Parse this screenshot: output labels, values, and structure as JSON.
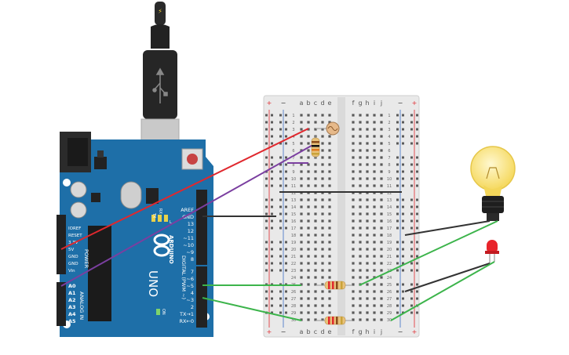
{
  "board": {
    "name": "UNO",
    "brand": "ARDUINO",
    "power_header": [
      "IOREF",
      "RESET",
      "3.3V",
      "5V",
      "GND",
      "GND",
      "Vin"
    ],
    "power_label": "POWER",
    "analog_header": [
      "A0",
      "A1",
      "A2",
      "A3",
      "A4",
      "A5"
    ],
    "analog_label": "ANALOG IN",
    "digital_top": [
      "AREF",
      "GND",
      "13",
      "12",
      "~11",
      "~10",
      "~9",
      "8"
    ],
    "digital_bottom": [
      "7",
      "~6",
      "~5",
      "4",
      "~3",
      "2",
      "TX→1",
      "RX←0"
    ],
    "digital_label": "DIGITAL (PWM ~)",
    "led_labels": [
      "L",
      "TX",
      "RX"
    ],
    "on_label": "ON"
  },
  "breadboard": {
    "columns_left": [
      "a",
      "b",
      "c",
      "d",
      "e"
    ],
    "columns_right": [
      "f",
      "g",
      "h",
      "i",
      "j"
    ],
    "row_numbers": [
      "1",
      "2",
      "3",
      "4",
      "5",
      "6",
      "7",
      "8",
      "9",
      "10",
      "11",
      "12",
      "13",
      "14",
      "15",
      "16",
      "17",
      "18",
      "19",
      "20",
      "21",
      "22",
      "23",
      "24",
      "25",
      "26",
      "27",
      "28",
      "29",
      "30"
    ],
    "rail_plus": "+",
    "rail_minus": "−"
  },
  "components": [
    {
      "name": "photoresistor"
    },
    {
      "name": "resistor-top"
    },
    {
      "name": "resistor-row-26"
    },
    {
      "name": "resistor-row-30"
    },
    {
      "name": "light-bulb"
    },
    {
      "name": "red-led"
    }
  ],
  "colors": {
    "board": "#1e6fa8",
    "breadboard": "#e9e9e9",
    "wire_red": "#e0282e",
    "wire_purple": "#7b3fa0",
    "wire_black": "#333333",
    "wire_green": "#3cb44b",
    "bulb": "#f7e07a",
    "led": "#e8242b"
  }
}
